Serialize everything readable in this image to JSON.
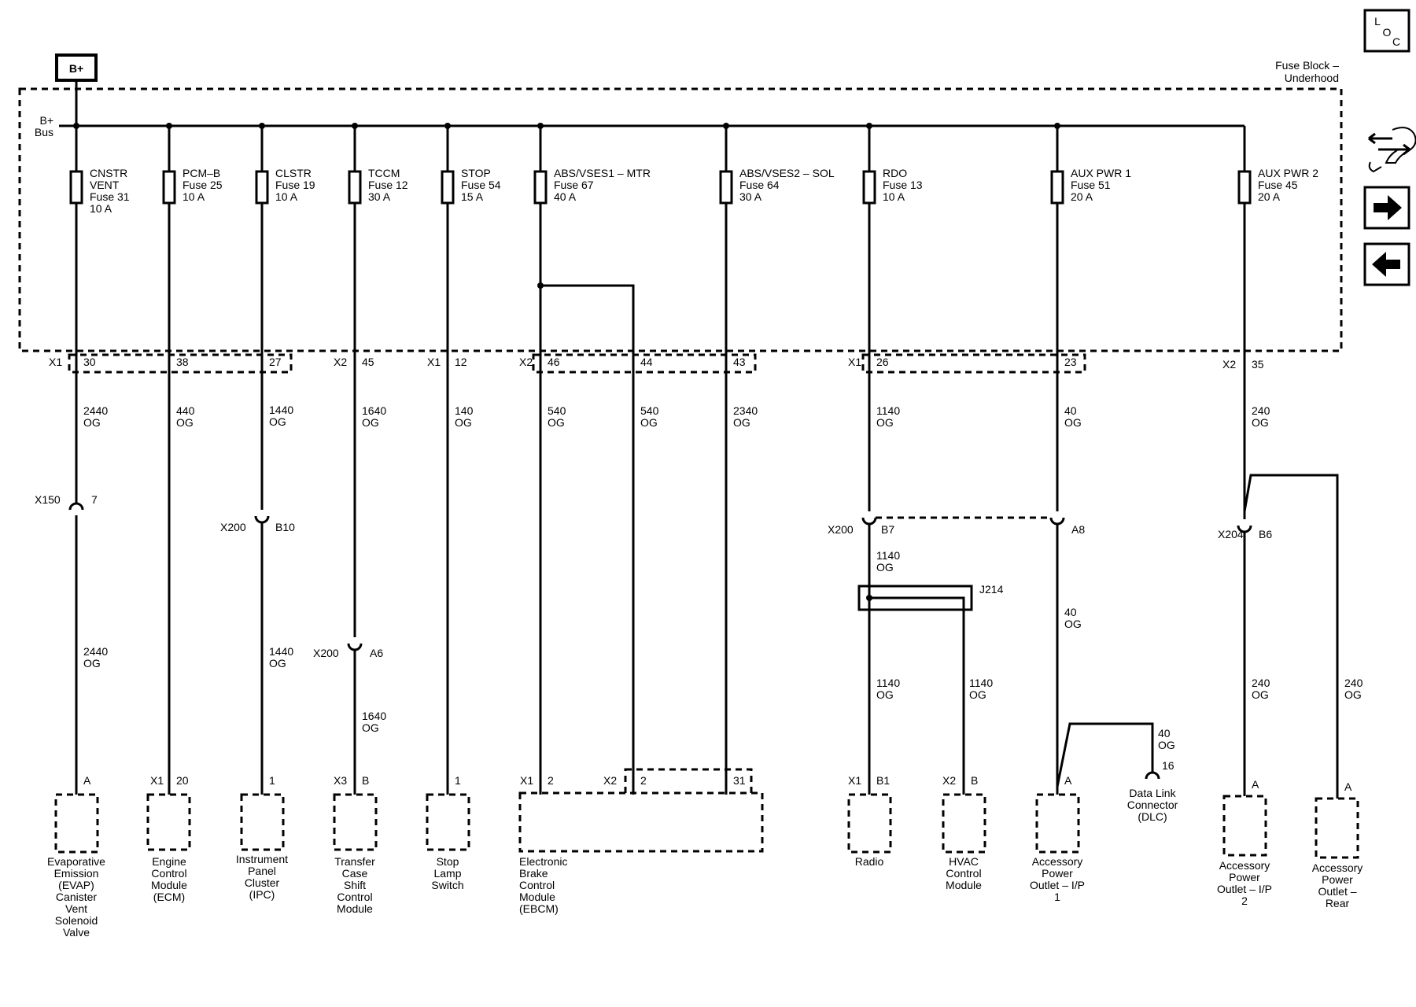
{
  "battery_label": "B+",
  "bus_label": "B+\nBus",
  "fuse_block_label": "Fuse Block –\nUnderhood",
  "loc_labels": [
    "L",
    "O",
    "C"
  ],
  "nav_icons": [
    "wrench-car-icon",
    "arrow-right-icon",
    "arrow-left-icon"
  ],
  "circuits": [
    {
      "id": "cnstr",
      "fuse_lines": [
        "CNSTR",
        "VENT",
        "Fuse 31",
        "10 A"
      ],
      "conn": "X1",
      "pin": "30",
      "wire1": [
        "2440",
        "OG"
      ],
      "inline_conn": "X150",
      "inline_pin": "7",
      "wire2": [
        "2440",
        "OG"
      ],
      "comp_conn": "",
      "comp_pin": "A",
      "comp_lines": [
        "Evaporative",
        "Emission",
        "(EVAP)",
        "Canister",
        "Vent",
        "Solenoid",
        "Valve"
      ]
    },
    {
      "id": "pcm",
      "fuse_lines": [
        "PCM–B",
        "Fuse 25",
        "10 A"
      ],
      "conn": "",
      "pin": "38",
      "wire1": [
        "440",
        "OG"
      ],
      "comp_conn": "X1",
      "comp_pin": "20",
      "comp_lines": [
        "Engine",
        "Control",
        "Module",
        "(ECM)"
      ]
    },
    {
      "id": "clstr",
      "fuse_lines": [
        "CLSTR",
        "Fuse 19",
        "10 A"
      ],
      "conn": "",
      "pin": "27",
      "wire1": [
        "1440",
        "OG"
      ],
      "inline_conn": "X200",
      "inline_pin": "B10",
      "wire2": [
        "1440",
        "OG"
      ],
      "comp_conn": "",
      "comp_pin": "1",
      "comp_lines": [
        "Instrument",
        "Panel",
        "Cluster",
        "(IPC)"
      ]
    },
    {
      "id": "tccm",
      "fuse_lines": [
        "TCCM",
        "Fuse 12",
        "30 A"
      ],
      "conn": "X2",
      "pin": "45",
      "wire1": [
        "1640",
        "OG"
      ],
      "inline_conn": "X200",
      "inline_pin": "A6",
      "wire2": [
        "1640",
        "OG"
      ],
      "comp_conn": "X3",
      "comp_pin": "B",
      "comp_lines": [
        "Transfer",
        "Case",
        "Shift",
        "Control",
        "Module"
      ]
    },
    {
      "id": "stop",
      "fuse_lines": [
        "STOP",
        "Fuse 54",
        "15 A"
      ],
      "conn": "X1",
      "pin": "12",
      "wire1": [
        "140",
        "OG"
      ],
      "comp_conn": "",
      "comp_pin": "1",
      "comp_lines": [
        "Stop",
        "Lamp",
        "Switch"
      ]
    },
    {
      "id": "abs1",
      "fuse_lines": [
        "ABS/VSES1 – MTR",
        "Fuse 67",
        "40 A"
      ],
      "conn": "X2",
      "pin": "46",
      "wire1": [
        "540",
        "OG"
      ],
      "comp_conn": "X1",
      "comp_pin": "2",
      "comp_lines": [
        "Electronic",
        "Brake",
        "Control",
        "Module",
        "(EBCM)"
      ]
    },
    {
      "id": "abs1b",
      "pin": "44",
      "wire1": [
        "540",
        "OG"
      ],
      "comp_conn": "X2",
      "comp_pin": "2"
    },
    {
      "id": "abs2",
      "fuse_lines": [
        "ABS/VSES2 – SOL",
        "Fuse 64",
        "30 A"
      ],
      "pin": "43",
      "wire1": [
        "2340",
        "OG"
      ],
      "comp_pin": "31"
    },
    {
      "id": "rdo",
      "fuse_lines": [
        "RDO",
        "Fuse 13",
        "10 A"
      ],
      "conn": "X1",
      "pin": "26",
      "wire1": [
        "1140",
        "OG"
      ],
      "inline_conn": "X200",
      "inline_pin": "B7",
      "wire2": [
        "1140",
        "OG"
      ],
      "splice": "J214",
      "wire3": [
        "1140",
        "OG"
      ],
      "comp_conn": "X1",
      "comp_pin": "B1",
      "comp_lines": [
        "Radio"
      ]
    },
    {
      "id": "hvac",
      "wire1": [
        "1140",
        "OG"
      ],
      "comp_conn": "X2",
      "comp_pin": "B",
      "comp_lines": [
        "HVAC",
        "Control",
        "Module"
      ]
    },
    {
      "id": "aux1",
      "fuse_lines": [
        "AUX PWR 1",
        "Fuse 51",
        "20 A"
      ],
      "pin": "23",
      "wire1": [
        "40",
        "OG"
      ],
      "inline_pin": "A8",
      "wire2": [
        "40",
        "OG"
      ],
      "comp_conn": "",
      "comp_pin": "A",
      "comp_lines": [
        "Accessory",
        "Power",
        "Outlet – I/P",
        "1"
      ]
    },
    {
      "id": "dlc",
      "wire1": [
        "40",
        "OG"
      ],
      "comp_pin": "16",
      "comp_lines": [
        "Data Link",
        "Connector",
        "(DLC)"
      ]
    },
    {
      "id": "aux2",
      "fuse_lines": [
        "AUX PWR 2",
        "Fuse 45",
        "20 A"
      ],
      "conn": "X2",
      "pin": "35",
      "wire1": [
        "240",
        "OG"
      ],
      "inline_conn": "X204",
      "inline_pin": "B6",
      "wire2": [
        "240",
        "OG"
      ],
      "comp_conn": "",
      "comp_pin": "A",
      "comp_lines": [
        "Accessory",
        "Power",
        "Outlet – I/P",
        "2"
      ]
    },
    {
      "id": "rear",
      "wire1": [
        "240",
        "OG"
      ],
      "comp_pin": "A",
      "comp_lines": [
        "Accessory",
        "Power",
        "Outlet –",
        "Rear"
      ]
    }
  ]
}
